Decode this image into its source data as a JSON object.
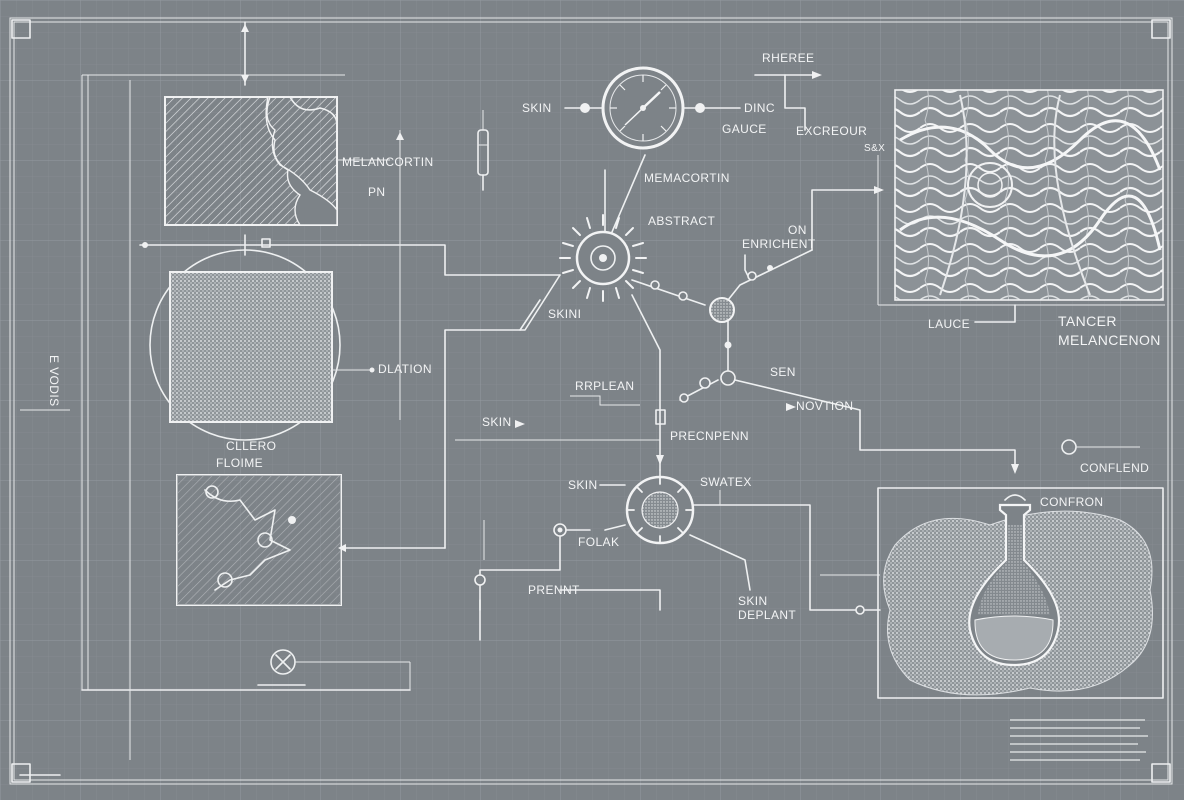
{
  "colors": {
    "background": "#7d8388",
    "grid": "#8a9095",
    "ink": "#f0f1f2"
  },
  "labels": {
    "melancortin_left": "MELANCORTIN",
    "pn": "PN",
    "vertical_left": "E VODIS",
    "dilation": "DLATION",
    "cluster": "CLLERO",
    "frame": "FLOIME",
    "skin_top": "SKIN",
    "gauge": "GAUCE",
    "dinc": "DINC",
    "rheree": "RHEREE",
    "excreour": "EXCREOUR",
    "memacortin": "MEMACORTIN",
    "abstract": "ABSTRACT",
    "on": "ON",
    "enrichment": "ENRICHENT",
    "skin_mid": "SKINI",
    "replean": "RRPLEAN",
    "sen": "SEN",
    "novtion": "NOVTION",
    "skin_left_mid": "SKIN",
    "precnpenn": "PRECNPENN",
    "skin_lower": "SKIN",
    "swatex": "SWATEX",
    "folak": "FOLAK",
    "prennt": "PRENNT",
    "skin_bottom": "SKIN",
    "deplant": "DEPLANT",
    "lauce": "LAUCE",
    "tancer": "TANCER",
    "melancenon": "MELANCENON",
    "conflend": "CONFLEND",
    "confron": "CONFRON",
    "sbx": "S&X"
  }
}
